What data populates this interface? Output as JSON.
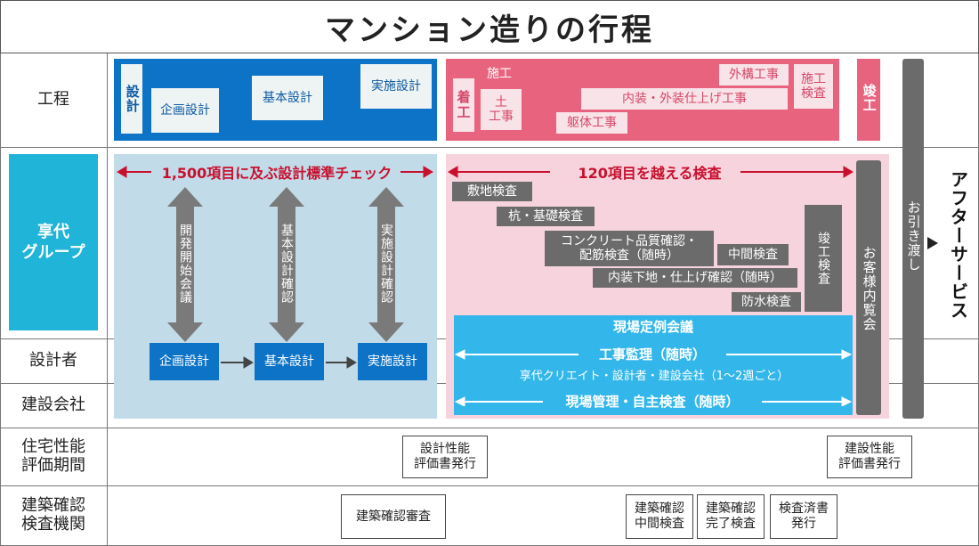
{
  "title": "マンション造りの行程",
  "rows": {
    "koutei": "工程",
    "group": "享代\nグループ",
    "sekkeisha": "設計者",
    "kensetsu": "建設会社",
    "jutaku": "住宅性能\n評価期間",
    "kenchiku": "建築確認\n検査機関"
  },
  "phases": {
    "sekkei": "設計",
    "kikaku": "企画設計",
    "kihon": "基本設計",
    "jisshi": "実施設計",
    "chakko": "着工",
    "seko": "施工",
    "doko": "土\n工事",
    "gaiko": "外構工事",
    "naiso": "内装・外装仕上げ工事",
    "kutai": "躯体工事",
    "seko_kensa": "施工\n検査",
    "shunko": "竣工"
  },
  "design": {
    "banner": "1,500項目に及ぶ設計標準チェック",
    "arrow1": "開発開始会議",
    "arrow2": "基本設計確認",
    "arrow3": "実施設計確認",
    "box1": "企画設計",
    "box2": "基本設計",
    "box3": "実施設計"
  },
  "inspection": {
    "banner": "120項目を越える検査",
    "items": [
      "敷地検査",
      "杭・基礎検査",
      "コンクリート品質確認・\n配筋検査（随時）",
      "中間検査",
      "内装下地・仕上げ確認（随時）",
      "防水検査"
    ],
    "shunko_kensa": "竣工検査",
    "visit": "お客様内覧会",
    "meeting": "現場定例会議",
    "kanri": "工事監理（随時）",
    "members": "享代クリエイト・設計者・建設会社（1〜2週ごと）",
    "genba": "現場管理・自主検査（随時）"
  },
  "handover": "お引き渡し",
  "after": "アフターサービス",
  "jutaku_boxes": [
    "設計性能\n評価書発行",
    "建設性能\n評価書発行"
  ],
  "kenchiku_boxes": [
    "建築確認審査",
    "建築確認\n中間検査",
    "建築確認\n完了検査",
    "検査済書\n発行"
  ],
  "colors": {
    "blue": "#0d73c6",
    "pink": "#e8647e",
    "lightblue": "#c2dbe9",
    "lightpink": "#f7d4dd",
    "gray": "#6b6b6b",
    "red": "#c8102e",
    "sky": "#33b7ea"
  }
}
